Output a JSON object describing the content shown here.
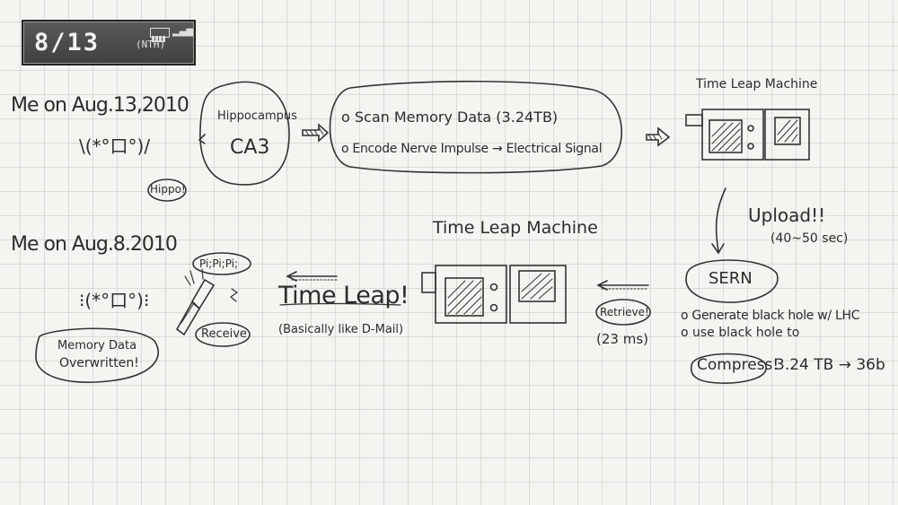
{
  "hud": {
    "date": "8/13",
    "day": "(NTH)",
    "battery_icon": "battery-icon",
    "signal_icon": "signal-icon"
  },
  "whiteboard": {
    "me_aug13": "Me on Aug.13,2010",
    "face_top": "\\(*°口°)/",
    "hippo_tag": "Hippo!",
    "hippocampus": "Hippocampus",
    "ca3": "CA3",
    "scan": "o Scan Memory Data (3.24TB)",
    "encode": "o Encode Nerve Impulse → Electrical Signal",
    "tlm_top": "Time Leap Machine",
    "upload": "Upload!!",
    "upload_time": "(40~50 sec)",
    "sern": "SERN",
    "gen_black_hole": "o Generate black hole w/ LHC",
    "use_black_hole": "o use black hole to",
    "compress": "Compress!",
    "compress_size": "3.24 TB → 36b",
    "tlm_mid": "Time Leap Machine",
    "retrieve": "Retrieve!",
    "retrieve_time": "(23 ms)",
    "time_leap": "Time Leap!",
    "basically": "(Basically like D-Mail)",
    "me_aug8": "Me on Aug.8.2010",
    "face_bottom": "⁝(*°口°)⁝",
    "pipipi": "Pi;Pi;Pi;",
    "receive": "Receive",
    "memory_overwritten_1": "Memory Data",
    "memory_overwritten_2": "Overwritten!"
  }
}
